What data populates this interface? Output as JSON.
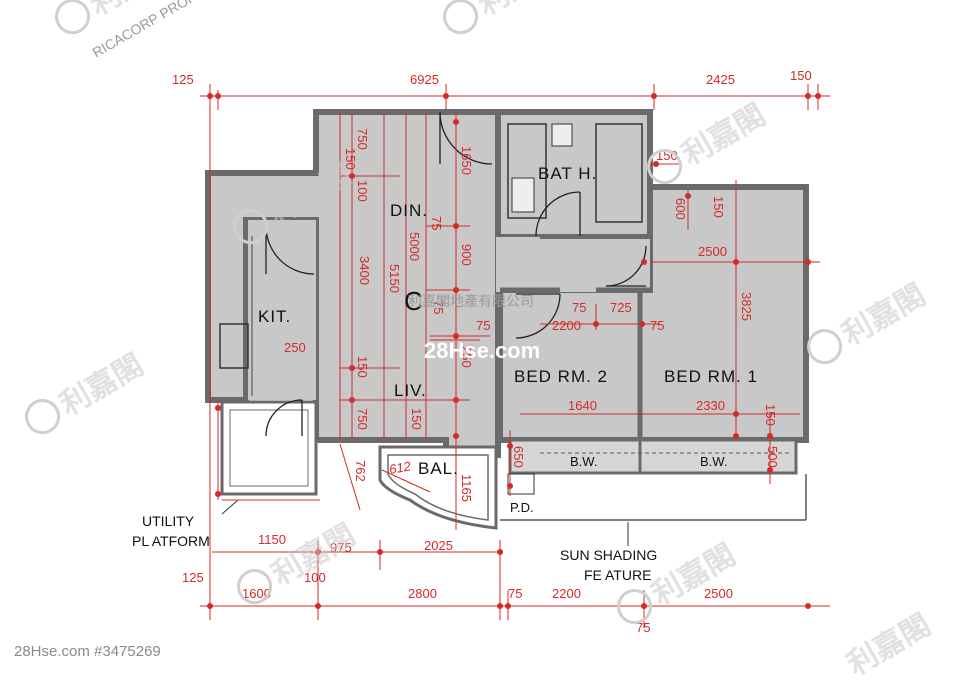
{
  "plan": {
    "rooms": {
      "bath": "BAT H.",
      "din": "DIN.",
      "kit": "KIT.",
      "liv": "LIV.",
      "bal": "BAL.",
      "bed2": "BED RM.  2",
      "bed1": "BED RM. 1",
      "bw1": "B.W.",
      "bw2": "B.W.",
      "pd": "P.D.",
      "c": "C"
    },
    "notes": {
      "utility_1": "UTILITY",
      "utility_2": "PL ATFORM",
      "sun_1": "SUN SHADING",
      "sun_2": "FE ATURE"
    },
    "dims": {
      "top_125": "125",
      "top_6925": "6925",
      "top_2425": "2425",
      "top_150": "150",
      "d150a": "150",
      "d750a": "750",
      "d1650": "1650",
      "d100a": "100",
      "d75a": "75",
      "d5000": "5000",
      "d900": "900",
      "d3400": "3400",
      "d5150": "5150",
      "d75b": "75",
      "d250a": "250",
      "d150b": "150",
      "d750b": "750",
      "d150c": "150",
      "d250b": "250",
      "d762": "762",
      "d612": "612",
      "d1165": "1165",
      "d650": "650",
      "d150d": "150",
      "d600": "600",
      "d150e": "150",
      "d2500a": "2500",
      "d3825": "3825",
      "d75c": "75",
      "d725": "725",
      "d2200a": "2200",
      "d75d": "75",
      "d75e": "75",
      "d1640": "1640",
      "d2330": "2330",
      "d150f": "150",
      "d500": "500",
      "d1150": "1150",
      "d975": "975",
      "d2025": "2025",
      "b125": "125",
      "b100": "100",
      "b1600": "1600",
      "b2800": "2800",
      "b75a": "75",
      "b2200": "2200",
      "b2500": "2500",
      "b75b": "75"
    },
    "watermark": {
      "brand": "利嘉閣",
      "brand_en": "RICACORP PROPERTIES",
      "center_text": "利嘉閣地產有限公司",
      "site": "28Hse.com"
    }
  },
  "footer": "28Hse.com #3475269"
}
